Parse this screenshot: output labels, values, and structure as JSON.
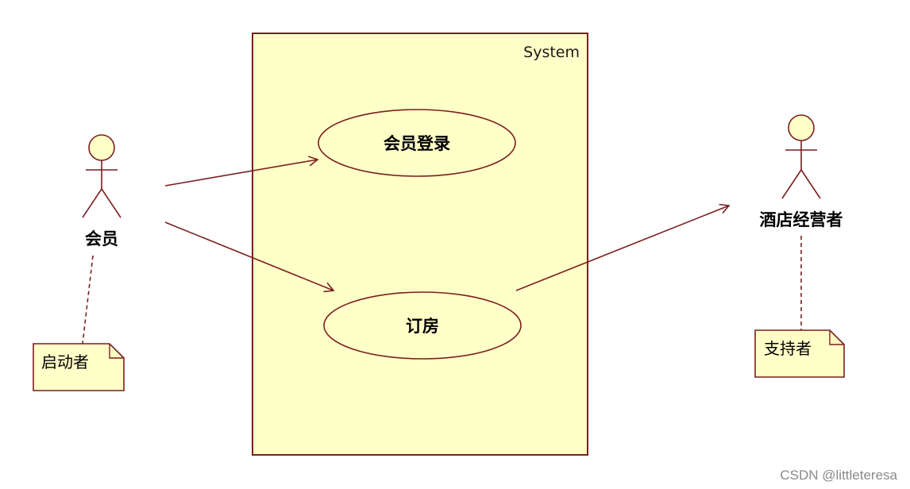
{
  "system": {
    "title": "System"
  },
  "use_cases": [
    {
      "id": "login",
      "label": "会员登录"
    },
    {
      "id": "booking",
      "label": "订房"
    }
  ],
  "actors": [
    {
      "id": "member",
      "label": "会员"
    },
    {
      "id": "operator",
      "label": "酒店经营者"
    }
  ],
  "notes": [
    {
      "id": "initiator",
      "label": "启动者"
    },
    {
      "id": "supporter",
      "label": "支持者"
    }
  ],
  "associations": [
    {
      "from": "会员",
      "to": "会员登录"
    },
    {
      "from": "会员",
      "to": "订房"
    },
    {
      "from": "订房",
      "to": "酒店经营者"
    }
  ],
  "watermark": "CSDN @littleteresa",
  "colors": {
    "line": "#7a1f1f",
    "fill": "#ffffc8",
    "background": "#ffffff"
  }
}
